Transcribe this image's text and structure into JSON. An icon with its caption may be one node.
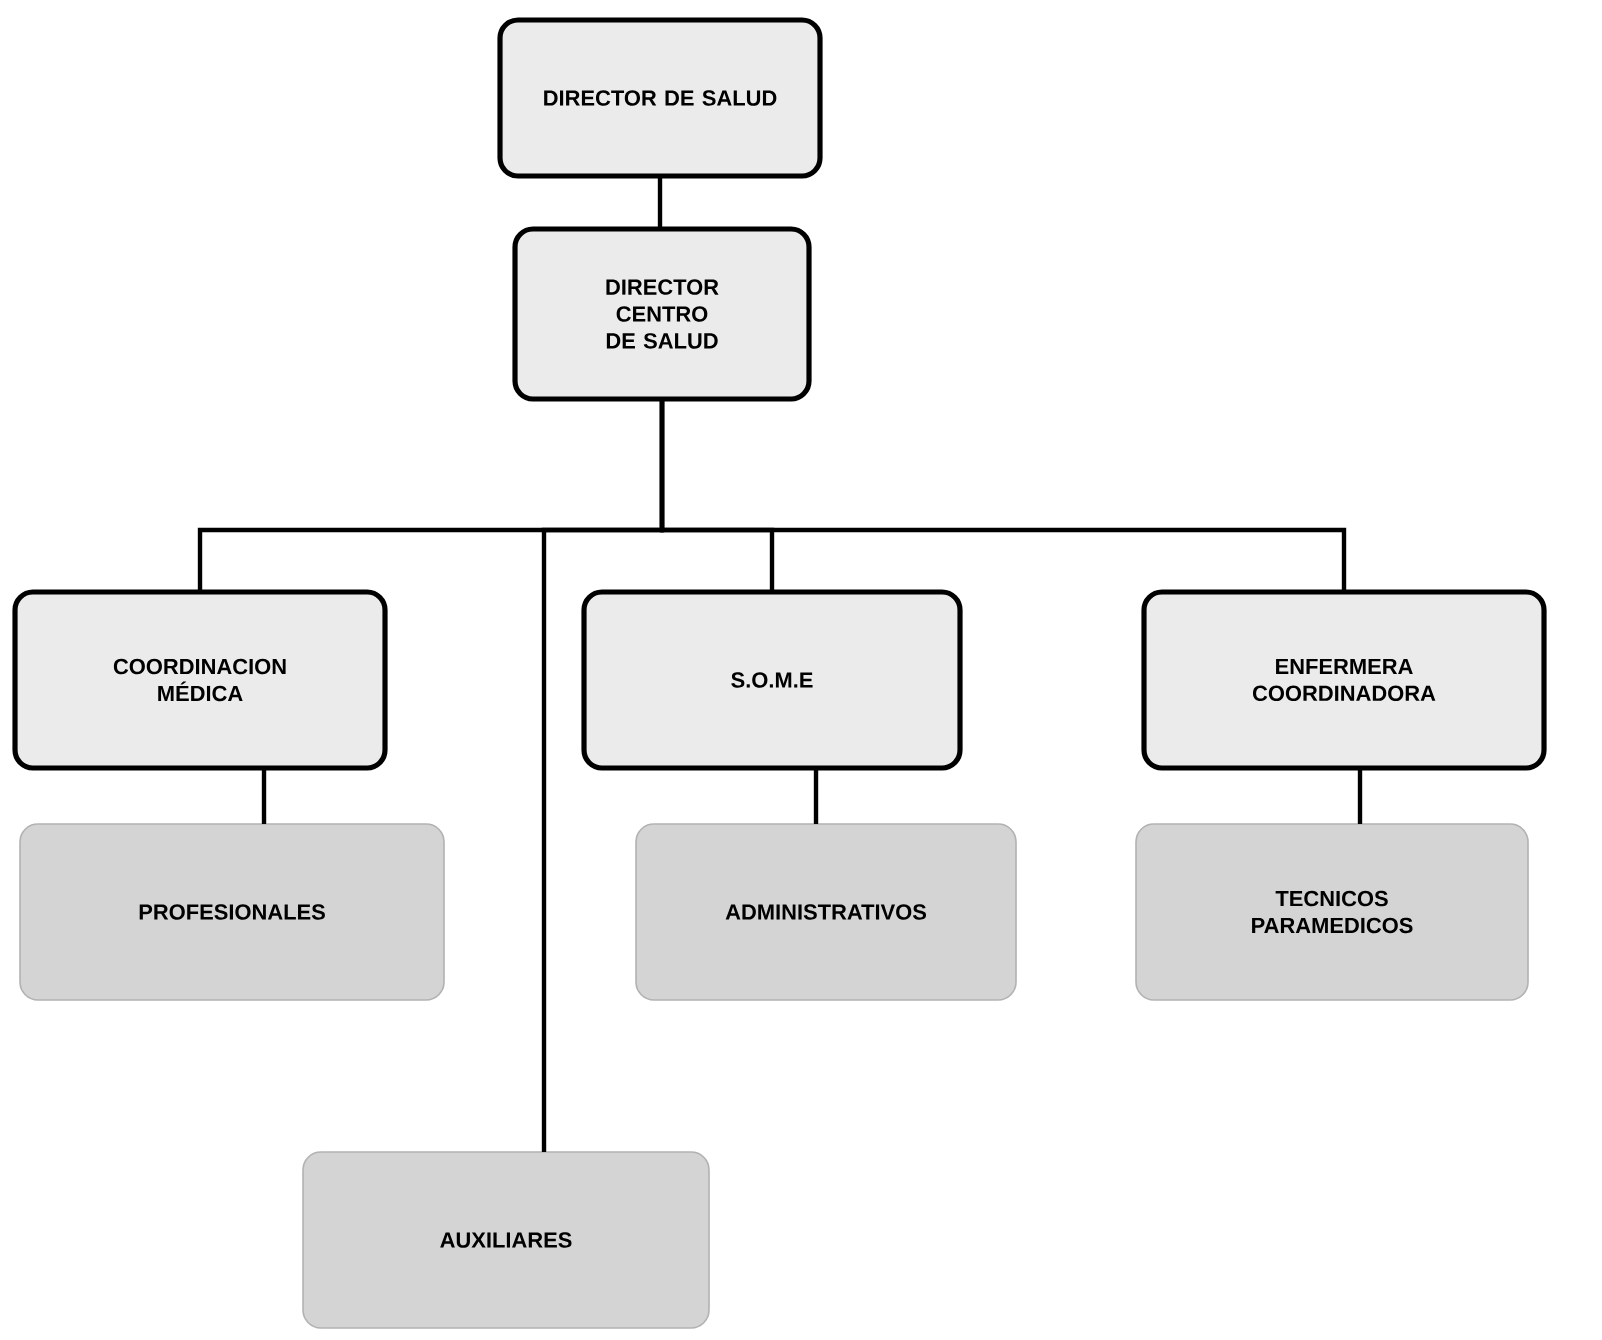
{
  "diagram": {
    "nodes": [
      {
        "text": [
          "DIRECTOR DE SALUD"
        ]
      },
      {
        "text": [
          "DIRECTOR CENTRO DE SALUD"
        ]
      },
      {
        "text": [
          "COORDINACION MÉDICA"
        ]
      },
      {
        "text": [
          "S.O.M.E"
        ]
      },
      {
        "text": [
          "ENFERMERA COORDINADORA"
        ]
      },
      {
        "text": [
          "PROFESIONALES"
        ]
      },
      {
        "text": [
          "ADMINISTRATIVOS"
        ]
      },
      {
        "text": [
          "TECNICOS PARAMEDICOS"
        ]
      },
      {
        "text": [
          "AUXILIARES"
        ]
      }
    ],
    "edges": [
      {
        "from": 0,
        "to": 1,
        "arrow": "none"
      },
      {
        "from": 1,
        "to": 2,
        "arrow": "none"
      },
      {
        "from": 1,
        "to": 3,
        "arrow": "none"
      },
      {
        "from": 1,
        "to": 4,
        "arrow": "none"
      },
      {
        "from": 1,
        "to": 8,
        "arrow": "none"
      },
      {
        "from": 2,
        "to": 5,
        "arrow": "none"
      },
      {
        "from": 3,
        "to": 6,
        "arrow": "none"
      },
      {
        "from": 4,
        "to": 7,
        "arrow": "none"
      }
    ]
  }
}
